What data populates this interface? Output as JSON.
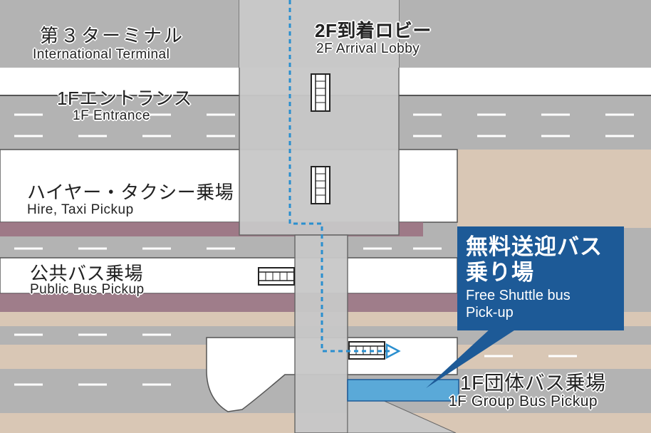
{
  "labels": {
    "terminal_jp": "第３ターミナル",
    "terminal_en": "International Terminal",
    "arrival_jp": "2F到着ロビー",
    "arrival_en": "2F Arrival Lobby",
    "entrance_jp": "1Fエントランス",
    "entrance_en": "1F Entrance",
    "taxi_jp": "ハイヤー・タクシー乗場",
    "taxi_en": "Hire, Taxi Pickup",
    "publicbus_jp": "公共バス乗場",
    "publicbus_en": "Public Bus Pickup",
    "shuttle_jp_line1": "無料送迎バス",
    "shuttle_jp_line2": "乗り場",
    "shuttle_en_line1": "Free Shuttle bus",
    "shuttle_en_line2": "Pick-up",
    "groupbus_jp": "1F団体バス乗場",
    "groupbus_en": "1F Group Bus Pickup"
  },
  "colors": {
    "road": "#b3b3b3",
    "building": "#ffffff",
    "walkway": "#c8c8c8",
    "sand": "#d9c7b5",
    "taxi_lane": "#9a6f7f",
    "route": "#2a8fcf",
    "shuttle": "#1d5a97",
    "shuttle_stop": "#5aa9d8"
  }
}
